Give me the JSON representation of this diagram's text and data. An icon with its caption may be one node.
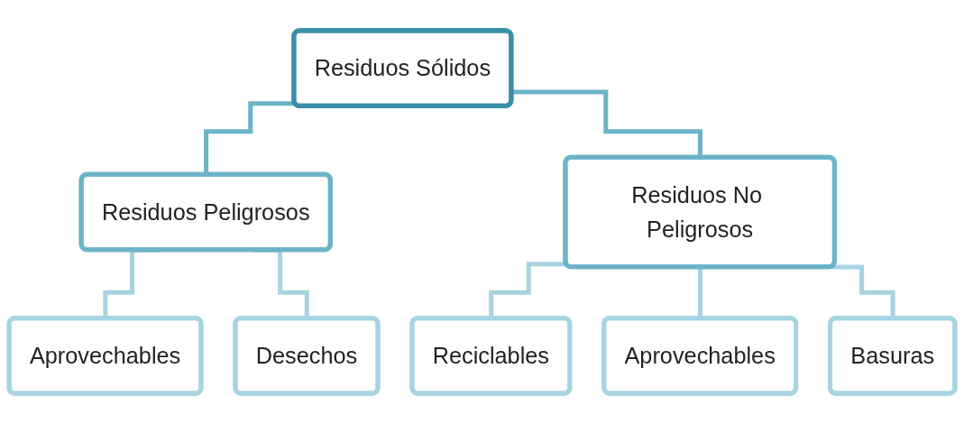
{
  "diagram": {
    "nodes": [
      {
        "text": [
          "Residuos Sólidos"
        ]
      },
      {
        "text": [
          "Residuos Peligrosos"
        ]
      },
      {
        "text": [
          "Residuos No Peligrosos"
        ]
      },
      {
        "text": [
          "Aprovechables"
        ]
      },
      {
        "text": [
          "Desechos"
        ]
      },
      {
        "text": [
          "Reciclables"
        ]
      },
      {
        "text": [
          "Aprovechables"
        ]
      },
      {
        "text": [
          "Basuras"
        ]
      }
    ],
    "edges": [
      {
        "from": 0,
        "to": 1,
        "arrow": "none",
        "color": "#6cb4c8"
      },
      {
        "from": 0,
        "to": 2,
        "arrow": "none",
        "color": "#6cb4c8"
      },
      {
        "from": 1,
        "to": 3,
        "arrow": "none"
      },
      {
        "from": 1,
        "to": 4,
        "arrow": "none"
      },
      {
        "from": 2,
        "to": 5,
        "arrow": "none"
      },
      {
        "from": 2,
        "to": 6,
        "arrow": "none"
      },
      {
        "from": 2,
        "to": 7,
        "arrow": "none"
      }
    ]
  }
}
